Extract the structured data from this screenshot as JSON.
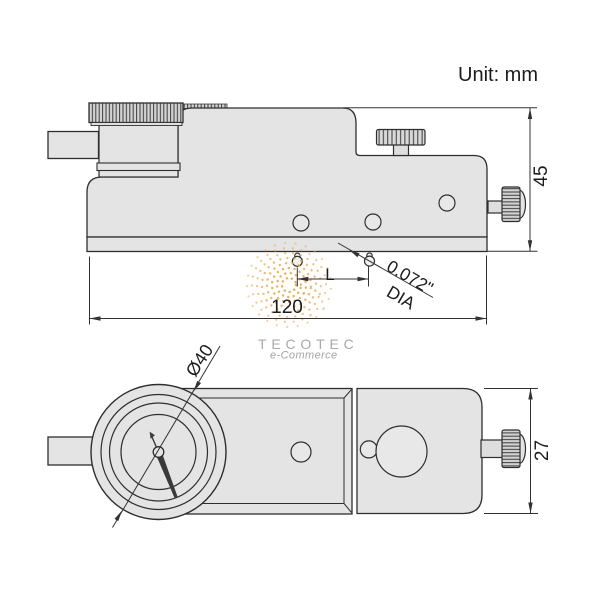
{
  "unit_note": "Unit: mm",
  "views": {
    "side_view": {
      "description": "side elevation of dial depth gauge",
      "dims": {
        "height_mm": "45",
        "length_mm": "120",
        "contact_spacing": "L",
        "contact_point": {
          "line1": "0.072\"",
          "line2": "DIA"
        }
      }
    },
    "front_view": {
      "description": "front view of dial depth gauge",
      "dims": {
        "height_mm": "27",
        "dial_diameter": "Ø40"
      }
    }
  },
  "watermark": {
    "brand": "TECOTEC",
    "subtitle": "e-Commerce"
  },
  "colors": {
    "outline": "#2e2e2e",
    "dimension_line": "#333333",
    "body_fill": "#e4e4e4",
    "knurl_fill": "#d3d3d3",
    "screw_fill": "#dedede",
    "watermark_text": "#a9a9ab",
    "watermark_dots": "#eaa94f",
    "background": "#ffffff"
  }
}
